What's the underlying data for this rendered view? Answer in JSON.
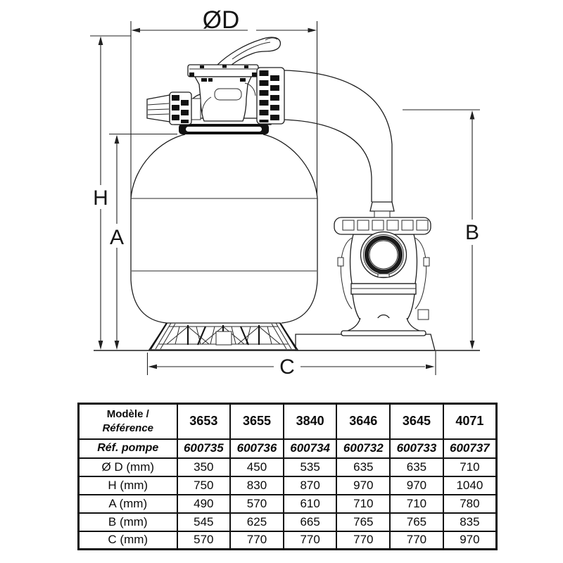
{
  "diagram": {
    "labels": {
      "d": "ØD",
      "h": "H",
      "a": "A",
      "b": "B",
      "c": "C"
    }
  },
  "table": {
    "header": {
      "label1": "Modèle /",
      "label2": "Référence",
      "models": [
        "3653",
        "3655",
        "3840",
        "3646",
        "3645",
        "4071"
      ]
    },
    "pump": {
      "label": "Réf. pompe",
      "values": [
        "600735",
        "600736",
        "600734",
        "600732",
        "600733",
        "600737"
      ]
    },
    "rows": [
      {
        "label": "Ø D (mm)",
        "values": [
          "350",
          "450",
          "535",
          "635",
          "635",
          "710"
        ]
      },
      {
        "label": "H (mm)",
        "values": [
          "750",
          "830",
          "870",
          "970",
          "970",
          "1040"
        ]
      },
      {
        "label": "A (mm)",
        "values": [
          "490",
          "570",
          "610",
          "710",
          "710",
          "780"
        ]
      },
      {
        "label": "B (mm)",
        "values": [
          "545",
          "625",
          "665",
          "765",
          "765",
          "835"
        ]
      },
      {
        "label": "C (mm)",
        "values": [
          "570",
          "770",
          "770",
          "770",
          "770",
          "970"
        ]
      }
    ]
  }
}
